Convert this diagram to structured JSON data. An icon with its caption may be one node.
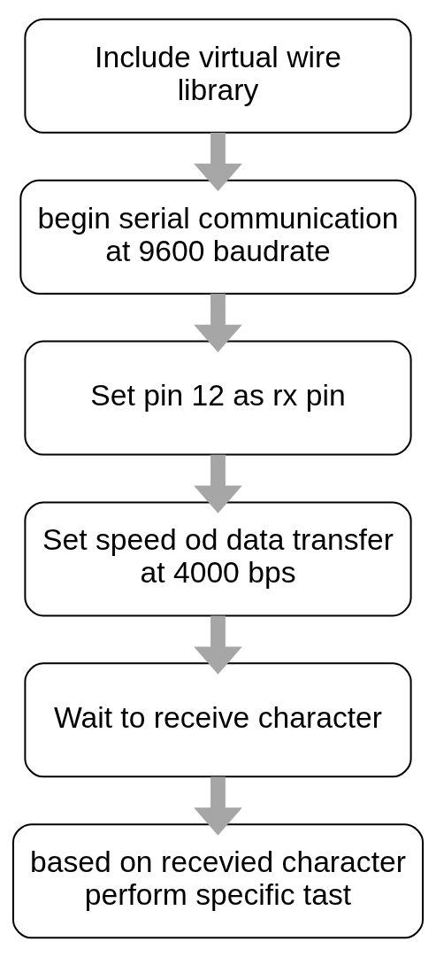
{
  "diagram": {
    "nodes": [
      {
        "text": [
          "Include virtual wire library"
        ]
      },
      {
        "text": [
          "begin serial communication at 9600 baudrate"
        ]
      },
      {
        "text": [
          "Set pin 12 as rx pin"
        ]
      },
      {
        "text": [
          "Set speed od data transfer at 4000 bps"
        ]
      },
      {
        "text": [
          "Wait to receive character"
        ]
      },
      {
        "text": [
          "based on recevied character perform specific tast"
        ]
      }
    ],
    "edges": [
      {
        "from": 0,
        "to": 1,
        "arrow": "to"
      },
      {
        "from": 1,
        "to": 2,
        "arrow": "to"
      },
      {
        "from": 2,
        "to": 3,
        "arrow": "to"
      },
      {
        "from": 3,
        "to": 4,
        "arrow": "to"
      },
      {
        "from": 4,
        "to": 5,
        "arrow": "to"
      }
    ]
  }
}
